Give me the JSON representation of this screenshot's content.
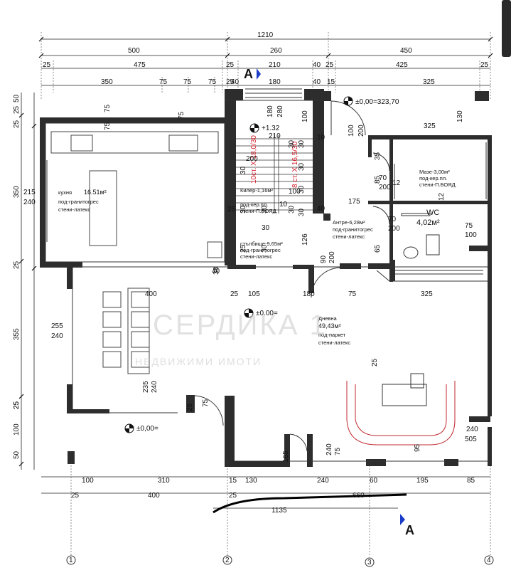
{
  "dims_top": {
    "overall": "1210",
    "row2": [
      "500",
      "260",
      "450"
    ],
    "row3": [
      "25",
      "475",
      "25",
      "210",
      "40",
      "25",
      "425",
      "25"
    ],
    "row4": [
      "350",
      "75",
      "75",
      "75",
      "25",
      "40",
      "180",
      "40",
      "15",
      "325"
    ]
  },
  "dims_bottom": {
    "row1": [
      "100",
      "310",
      "15",
      "130",
      "240",
      "60",
      "195",
      "85"
    ],
    "row2": [
      "25",
      "400",
      "25",
      "660"
    ],
    "overall": "1135"
  },
  "dims_left": [
    "25",
    "50",
    "25",
    "215",
    "240",
    "350",
    "25",
    "255",
    "240",
    "355",
    "25",
    "100",
    "25",
    "50"
  ],
  "dims_interior": [
    "75",
    "75",
    "75",
    "180",
    "280",
    "100",
    "210",
    "130",
    "100",
    "200",
    "35",
    "325",
    "85",
    "70",
    "200",
    "12",
    "12",
    "175",
    "70",
    "200",
    "75",
    "100",
    "25",
    "126",
    "100",
    "90",
    "200",
    "65",
    "400",
    "105",
    "180",
    "75",
    "325",
    "38",
    "200",
    "235",
    "240",
    "25",
    "75",
    "25",
    "165",
    "240",
    "75",
    "95",
    "240",
    "505",
    "25",
    "10",
    "10",
    "30",
    "30",
    "30",
    "30",
    "30",
    "30",
    "30",
    "30",
    "30",
    "30",
    "30",
    "30",
    "25",
    "40",
    "40"
  ],
  "levels": [
    "±0,00=323,70",
    "+1.32",
    "±0,00=",
    "±0.00="
  ],
  "sections": [
    "A",
    "A"
  ],
  "axes": [
    "1",
    "2",
    "3",
    "4"
  ],
  "stairs": [
    "10ст. X 18,0/30",
    "8 ст. X 16,5/30"
  ],
  "rooms": {
    "kitchen": {
      "name": "кухня",
      "area": "16.51м²",
      "finish1": "под-гранитогрес",
      "finish2": "стени-латекс"
    },
    "storage": {
      "name": "Килер-1,16м²",
      "finish1": "под-кер.пл.",
      "finish2": "стени-П.БОЯД."
    },
    "stairwell": {
      "name": "стълбище-9,65м²",
      "finish1": "под-гранитогрес",
      "finish2": "стени-латекс"
    },
    "hall": {
      "name": "Антре-6,28м²",
      "finish1": "под-гранитогрес",
      "finish2": "стени-латекс"
    },
    "laundry": {
      "name": "Мазе-3,00м²",
      "finish1": "под-кер.пл.",
      "finish2": "стени-П.БОЯД."
    },
    "wc": {
      "name": "WC",
      "area": "4,02м²"
    },
    "living": {
      "name": "Дневна",
      "area": "49,43м²",
      "finish1": "под-паркет",
      "finish2": "стени-латекс"
    }
  },
  "watermark": {
    "line1": "СЕРДИКА 1",
    "line2": "НЕДВИЖИМИ ИМОТИ"
  }
}
